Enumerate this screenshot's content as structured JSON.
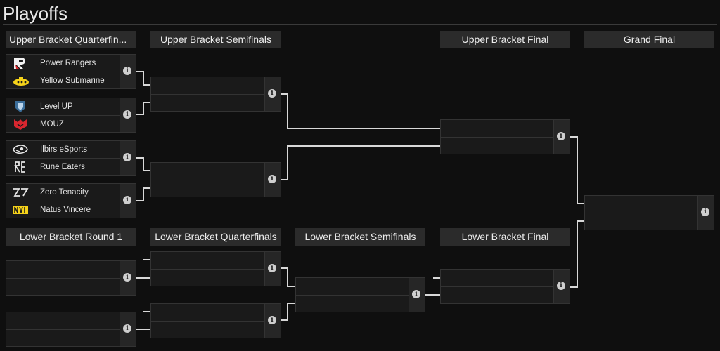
{
  "page_title": "Playoffs",
  "rounds": {
    "ubqf": "Upper Bracket Quarterfin...",
    "ubsf": "Upper Bracket Semifinals",
    "ubf": "Upper Bracket Final",
    "gf": "Grand Final",
    "lbr1": "Lower Bracket Round 1",
    "lbqf": "Lower Bracket Quarterfinals",
    "lbsf": "Lower Bracket Semifinals",
    "lbf": "Lower Bracket Final"
  },
  "matches": {
    "ubqf1": {
      "team1": "Power Rangers",
      "team2": "Yellow Submarine",
      "logo1": "power-rangers-logo",
      "logo2": "yellow-submarine-logo"
    },
    "ubqf2": {
      "team1": "Level UP",
      "team2": "MOUZ",
      "logo1": "level-up-logo",
      "logo2": "mouz-logo"
    },
    "ubqf3": {
      "team1": "Ilbirs eSports",
      "team2": "Rune Eaters",
      "logo1": "ilbirs-logo",
      "logo2": "rune-eaters-logo"
    },
    "ubqf4": {
      "team1": "Zero Tenacity",
      "team2": "Natus Vincere",
      "logo1": "zero-tenacity-logo",
      "logo2": "natus-vincere-logo"
    }
  },
  "info_icon": "i",
  "colors": {
    "background": "#0f0f0f",
    "header": "#2b2b2b",
    "match": "#1a1a1a",
    "connector": "#d8d8d8"
  }
}
